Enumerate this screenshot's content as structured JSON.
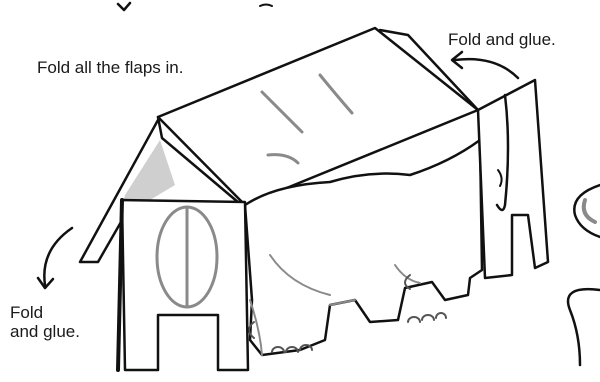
{
  "labels": {
    "fold_flaps": "Fold all the flaps in.",
    "fold_glue_right": "Fold and glue.",
    "fold_glue_left_line1": "Fold",
    "fold_glue_left_line2": "and glue."
  },
  "colors": {
    "ink": "#111111",
    "shading": "#cfcfcf",
    "detail": "#8a8a8a",
    "paper": "#ffffff"
  },
  "icons": {
    "left_arrow": "curved-arrow-down-icon",
    "right_arrow": "curved-arrow-left-icon"
  }
}
